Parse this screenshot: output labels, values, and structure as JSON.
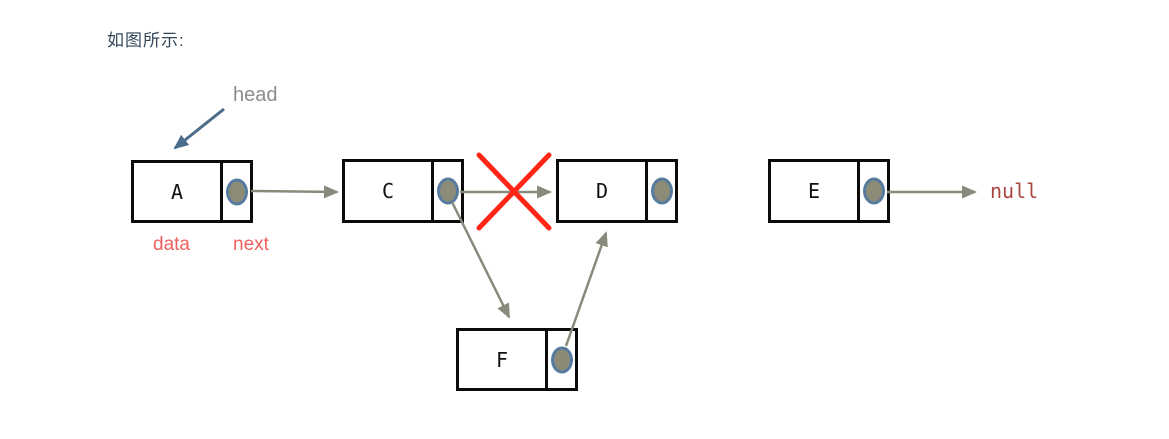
{
  "title": "如图所示:",
  "pointer": {
    "label": "head",
    "points_to": "A"
  },
  "field_labels": {
    "data": "data",
    "next": "next"
  },
  "terminator": {
    "label": "null"
  },
  "nodes": [
    {
      "label": "A"
    },
    {
      "label": "C"
    },
    {
      "label": "D"
    },
    {
      "label": "E"
    },
    {
      "label": "F"
    }
  ],
  "edges": [
    {
      "from": "A",
      "to": "C",
      "status": "normal"
    },
    {
      "from": "C",
      "to": "D",
      "status": "crossed-out"
    },
    {
      "from": "C",
      "to": "F",
      "status": "normal"
    },
    {
      "from": "F",
      "to": "D",
      "status": "normal"
    },
    {
      "from": "E",
      "to": "null",
      "status": "normal"
    }
  ],
  "colors": {
    "arrow": "#8a8a7c",
    "head_arrow": "#4a6d8c",
    "cross_out": "#ff2617",
    "circle_fill": "#8b8b78",
    "circle_stroke": "#567b9e",
    "field_label": "#f0605e",
    "null_label": "#aa4542",
    "title": "#33475b",
    "head_label": "#8c8c8c",
    "box_border": "#0b0b0b"
  }
}
